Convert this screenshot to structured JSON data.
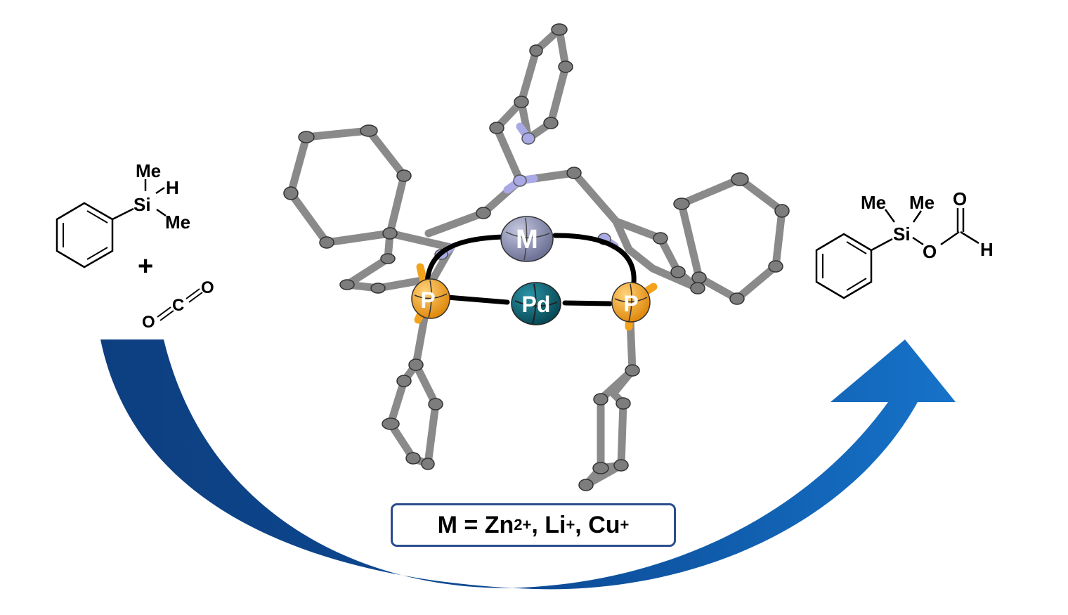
{
  "reactant_silane": {
    "substituent_1": "Me",
    "hydride": "H",
    "center": "Si",
    "substituent_2": "Me"
  },
  "plus_sign": "+",
  "reactant_co2": {
    "oxygen_left": "O",
    "carbon": "C",
    "oxygen_right": "O"
  },
  "product": {
    "methyl_1": "Me",
    "methyl_2": "Me",
    "center": "Si",
    "carbonyl_oxygen": "O",
    "ester_oxygen": "O",
    "formyl_hydrogen": "H"
  },
  "complex": {
    "metal_label": "M",
    "palladium_label": "Pd",
    "phosphorus_left": "P",
    "phosphorus_right": "P"
  },
  "metal_box": {
    "prefix": "M = Zn",
    "zn_charge": "2+",
    "sep1": ", Li",
    "li_charge": "+",
    "sep2": ", Cu",
    "cu_charge": "+"
  },
  "colors": {
    "arrow_dark": "#0d3f80",
    "arrow_light": "#1673c9",
    "bond_gray": "#8a8a8a",
    "nitrogen": "#a9a9e6",
    "phosphorus": "#f4a21c",
    "palladium": "#0e6272",
    "metal": "#9499b8",
    "box_border": "#2a4d8c"
  }
}
